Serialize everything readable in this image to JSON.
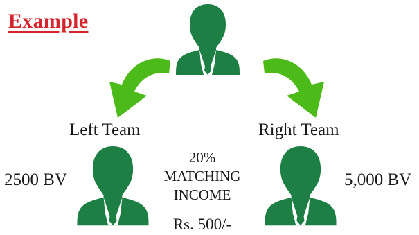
{
  "title": "Example",
  "left_team": {
    "label": "Left Team",
    "bv": "2500 BV"
  },
  "right_team": {
    "label": "Right Team",
    "bv": "5,000 BV"
  },
  "matching": {
    "percent": "20%",
    "line1": "MATCHING",
    "line2": "INCOME",
    "amount": "Rs. 500/-"
  },
  "colors": {
    "person": "#1d7f43",
    "arrow": "#4cbb1a",
    "title": "#d3252b"
  },
  "icons": [
    "person-icon",
    "arrow-down-left-icon",
    "arrow-down-right-icon"
  ]
}
